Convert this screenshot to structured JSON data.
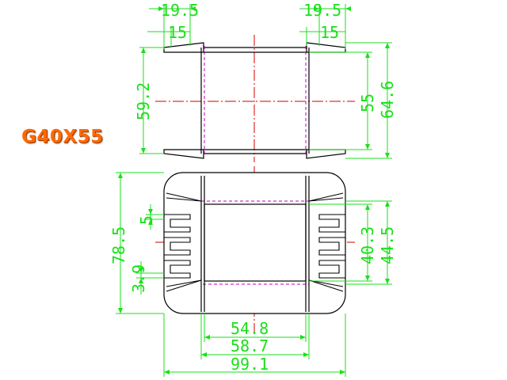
{
  "title": "G40X55",
  "colors": {
    "dimension": "#19e019",
    "outline": "#000000",
    "centerline": "#d40000",
    "hidden": "#c000c0",
    "label": "#ff6a00"
  },
  "top_view": {
    "dims": {
      "top_left_outer": "19.5",
      "top_left_inner": "15",
      "top_right_outer": "19.5",
      "top_right_inner": "15",
      "left_height": "59.2",
      "right_inner_height": "55",
      "right_outer_height": "64.6"
    }
  },
  "bottom_view": {
    "dims": {
      "left_outer": "78.5",
      "left_pin_pitch": "5",
      "left_pin_width": "3.9",
      "right_inner": "40.3",
      "right_outer": "44.5",
      "bottom_inner": "54.8",
      "bottom_mid": "58.7",
      "bottom_outer": "99.1"
    }
  }
}
